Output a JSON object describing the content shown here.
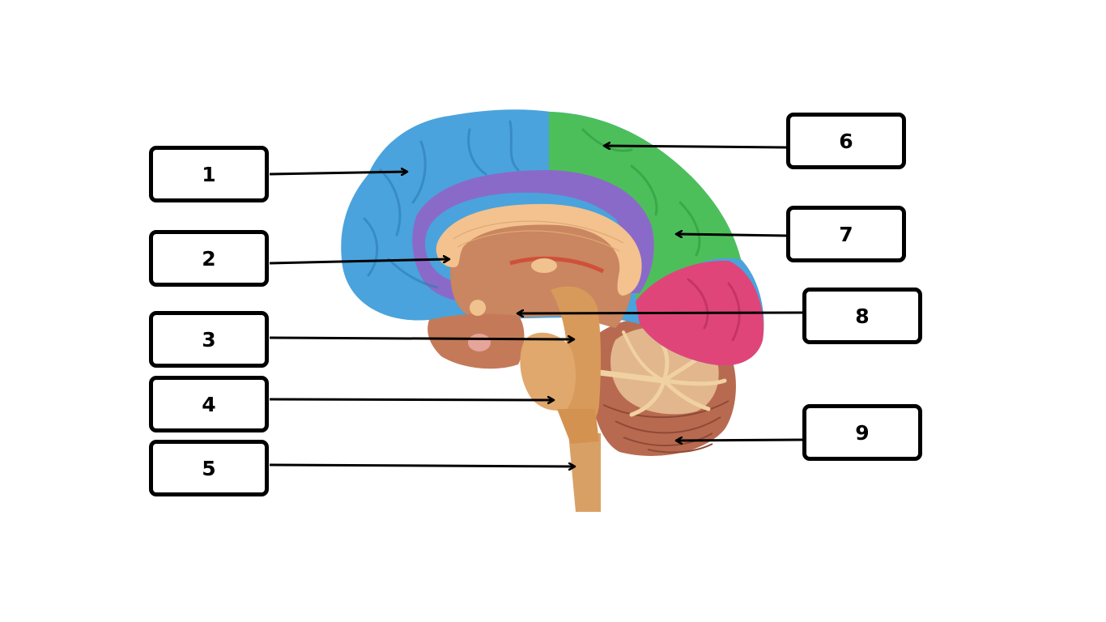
{
  "labels": [
    "1",
    "2",
    "3",
    "4",
    "5",
    "6",
    "7",
    "8",
    "9"
  ],
  "colors": {
    "frontal_lobe": "#4aa3dc",
    "cingulate": "#8a6ac8",
    "parietal_lobe": "#4dbf5a",
    "occipital_lobe": "#e0457a",
    "brain_tissue": "#c98660",
    "corpus_callosum": "#f3c28e",
    "brainstem": "#d89a5a",
    "cerebellum": "#b86a50",
    "arbor_vitae": "#f0d2a2",
    "arrow": "#000000"
  }
}
